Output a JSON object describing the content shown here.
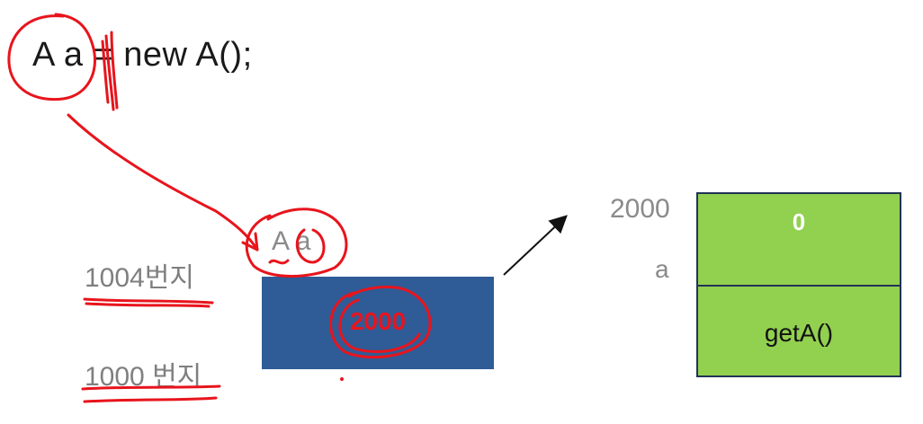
{
  "code": {
    "type_name": "A",
    "var_name": "a",
    "rest": "= new A();"
  },
  "stack": {
    "var_label": "A a",
    "address_top": "1004번지",
    "address_bottom": "1000 번지",
    "value": "2000"
  },
  "heap": {
    "address": "2000",
    "field_name": "a",
    "field_value": "0",
    "method": "getA()"
  },
  "colors": {
    "stack_box": "#2f5b96",
    "heap_box": "#92d050",
    "annotation": "#e8141c"
  }
}
